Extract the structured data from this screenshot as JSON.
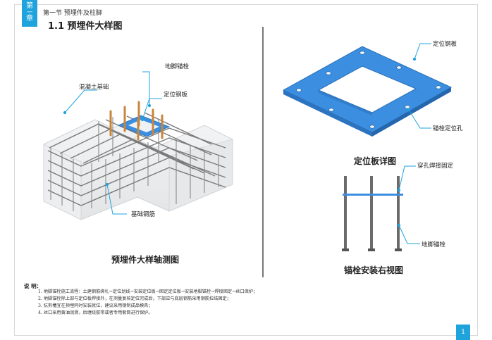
{
  "chapter": {
    "line1": "第",
    "dash": "一",
    "line2": "章"
  },
  "section_label": "第一节  预埋件及柱脚",
  "page_title": "1.1  预埋件大样图",
  "left_figure": {
    "caption": "预埋件大样轴测图",
    "callouts": {
      "anchor_bolt": "地脚锚栓",
      "concrete_foundation": "混凝土基础",
      "positioning_plate": "定位钢板",
      "foundation_rebar": "基础钢筋"
    }
  },
  "plate_figure": {
    "caption": "定位板详图",
    "callouts": {
      "positioning_plate": "定位钢板",
      "anchor_hole": "锚栓定位孔"
    }
  },
  "bolt_figure": {
    "caption": "锚栓安装右视图",
    "callouts": {
      "weld": "穿孔焊接固定",
      "anchor_bolt": "地脚锚栓"
    }
  },
  "notes": {
    "title": "说  明：",
    "items": [
      "1. 地脚锚栓施工流程：土建钢筋绑扎→定位划线→安装定位板→固定定位板→安装地脚锚栓→焊接固定→丝口保护；",
      "2. 地脚锚栓除上部与定位板焊接外，在测量复核定位完成后，下部应与底层钢筋采用钢筋拉结固定；",
      "3. 抗剪槽宜在预埋同时安装就位，建议采用钢制成品模具；",
      "4. 丝口采用黄油润滑，后缠绕胶带或者专用套筒进行保护。"
    ]
  },
  "page_number": "1",
  "colors": {
    "accent": "#1fa3dc",
    "plate": "#3b8ee0",
    "rebar": "#777777",
    "bolt": "#c9863a"
  }
}
